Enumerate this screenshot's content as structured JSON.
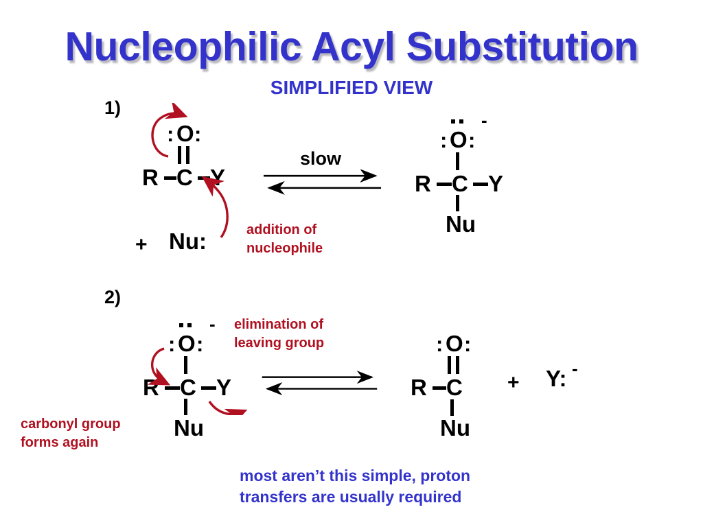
{
  "slide": {
    "title": "Nucleophilic Acyl Substitution",
    "subtitle": "SIMPLIFIED VIEW",
    "title_color": "#3333CC",
    "annotation_red_color": "#B01020",
    "background": "#FFFFFF"
  },
  "steps": [
    {
      "number": "1)",
      "reactant": {
        "oxygen": "O",
        "oxygen_left_lone_pair": ":",
        "oxygen_right_lone_pair": ":",
        "carbon": "C",
        "r_group": "R",
        "y_group": "Y",
        "bond_co": "double"
      },
      "nucleophile": {
        "plus": "+",
        "label": "Nu:"
      },
      "arrow_label": "slow",
      "annotation": "addition of nucleophile",
      "annotation_lines": [
        "addition of",
        "nucleophile"
      ],
      "product": {
        "oxygen": "O",
        "oxygen_top_lone_pair": "..",
        "oxygen_left_lone_pair": ":",
        "oxygen_right_lone_pair": ":",
        "charge": "-",
        "carbon": "C",
        "r_group": "R",
        "y_group": "Y",
        "nu_group": "Nu",
        "bond_co": "single"
      }
    },
    {
      "number": "2)",
      "reactant": {
        "oxygen": "O",
        "oxygen_top_lone_pair": "..",
        "oxygen_left_lone_pair": ":",
        "oxygen_right_lone_pair": ":",
        "charge": "-",
        "carbon": "C",
        "r_group": "R",
        "y_group": "Y",
        "nu_group": "Nu",
        "bond_co": "single"
      },
      "arrow_label": "",
      "annotation_top": "elimination of leaving group",
      "annotation_top_lines": [
        "elimination of",
        "leaving group"
      ],
      "annotation_bottom": "carbonyl group forms again",
      "annotation_bottom_lines": [
        "carbonyl group",
        "forms again"
      ],
      "product": {
        "oxygen": "O",
        "oxygen_left_lone_pair": ":",
        "oxygen_right_lone_pair": ":",
        "carbon": "C",
        "r_group": "R",
        "nu_group": "Nu",
        "bond_co": "double"
      },
      "leaving_group": {
        "plus": "+",
        "label": "Y:",
        "charge": "-"
      }
    }
  ],
  "footer": {
    "lines": [
      "most aren’t this simple, proton",
      "transfers are usually required"
    ]
  }
}
